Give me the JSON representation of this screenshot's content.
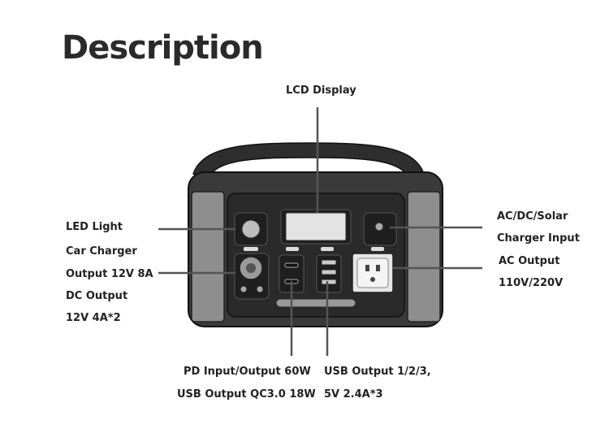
{
  "title": "Description",
  "labels": {
    "lcd": "LCD Display",
    "led": "LED Light",
    "car_charger_1": "Car Charger",
    "car_charger_2": "Output 12V 8A",
    "dc_output_1": "DC Output",
    "dc_output_2": "12V 4A*2",
    "acdc_solar_1": "AC/DC/Solar",
    "acdc_solar_2": "Charger Input",
    "ac_output_1": "AC Output",
    "ac_output_2": "110V/220V",
    "pd_1": "PD Input/Output 60W",
    "pd_2": "USB Output QC3.0 18W",
    "usb_1": "USB Output 1/2/3,",
    "usb_2": "5V 2.4A*3"
  }
}
